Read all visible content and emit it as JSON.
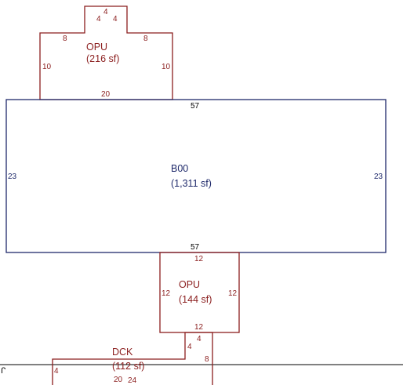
{
  "colors": {
    "main_area": "#1f2a6b",
    "outbuilding": "#8b1e1e",
    "baseline": "#000000"
  },
  "areas": {
    "opu_top": {
      "code": "OPU",
      "area": "(216 sf)",
      "dims": {
        "a": "4",
        "b": "4",
        "c": "4",
        "d": "8",
        "e": "8",
        "f": "10",
        "g": "10",
        "h": "20"
      }
    },
    "main": {
      "code": "B00",
      "area": "(1,311 sf)",
      "dims": {
        "top": "57",
        "bottom": "57",
        "left": "23",
        "right": "23"
      }
    },
    "opu_bottom": {
      "code": "OPU",
      "area": "(144 sf)",
      "dims": {
        "top": "12",
        "bottom": "12",
        "left": "12",
        "right": "12"
      }
    },
    "dck": {
      "code": "DCK",
      "area": "(112 sf)",
      "dims": {
        "a": "4",
        "b": "4",
        "c": "4",
        "d": "8",
        "e": "20",
        "f": "24"
      }
    }
  },
  "cursor_glyph": "ᒋ"
}
